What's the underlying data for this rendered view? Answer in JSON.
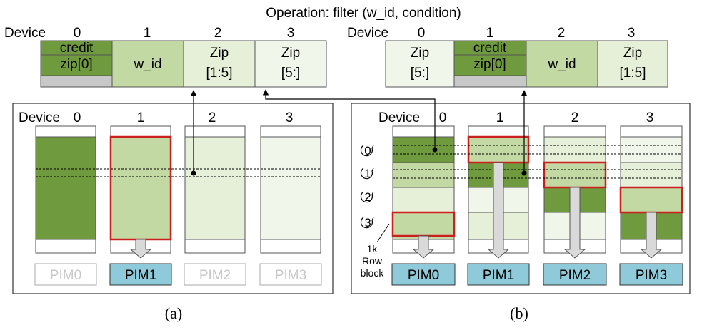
{
  "title": "Operation: filter (w_id, condition)",
  "colors": {
    "dark_green": "#6f9a3e",
    "mid_green": "#c3d9a3",
    "light_green": "#e6efd8",
    "pale_green": "#f1f6ea",
    "gray": "#c8c8c8",
    "highlight_red": "#cc1f1f",
    "pim_active": "#8ecad9",
    "pim_inactive_text": "#c8c8c8"
  },
  "device_label": "Device",
  "device_numbers": [
    "0",
    "1",
    "2",
    "3"
  ],
  "panel_a": {
    "layout_cells": {
      "credit": "credit",
      "zip0": "zip[0]",
      "w_id": "w_id",
      "zip15_line1": "Zip",
      "zip15_line2": "[1:5]",
      "zip5_line1": "Zip",
      "zip5_line2": "[5:]"
    },
    "pims": [
      "PIM0",
      "PIM1",
      "PIM2",
      "PIM3"
    ],
    "active_pims": [
      "PIM1"
    ],
    "caption": "(a)"
  },
  "panel_b": {
    "layout_cells": {
      "zip5_line1": "Zip",
      "zip5_line2": "[5:]",
      "credit": "credit",
      "zip0": "zip[0]",
      "w_id": "w_id",
      "zip15_line1": "Zip",
      "zip15_line2": "[1:5]"
    },
    "steps": [
      "0",
      "1",
      "2",
      "3"
    ],
    "row_block_note": [
      "1k",
      "Row",
      "block"
    ],
    "pims": [
      "PIM0",
      "PIM1",
      "PIM2",
      "PIM3"
    ],
    "active_pims": [
      "PIM0",
      "PIM1",
      "PIM2",
      "PIM3"
    ],
    "caption": "(b)"
  }
}
